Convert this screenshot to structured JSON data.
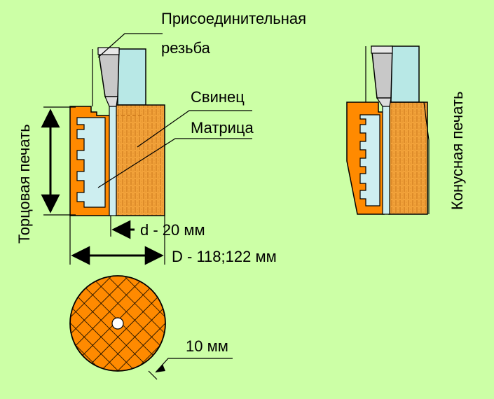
{
  "labels": {
    "thread_line1": "Присоединительная",
    "thread_line2": "резьба",
    "lead": "Свинец",
    "matrix": "Матрица",
    "face_seal": "Торцовая печать",
    "cone_seal": "Конусная печать",
    "small_d": "d - 20 мм",
    "big_d": "D - 118;122 мм",
    "mesh": "10 мм"
  },
  "colors": {
    "background": "#ccffa6",
    "lead_light": "#f5a638",
    "lead_dark": "#c9761a",
    "matrix_orange": "#ff8a00",
    "rod": "#b8e8e6",
    "matrix_fill": "#cdeef0",
    "border": "#000000"
  }
}
